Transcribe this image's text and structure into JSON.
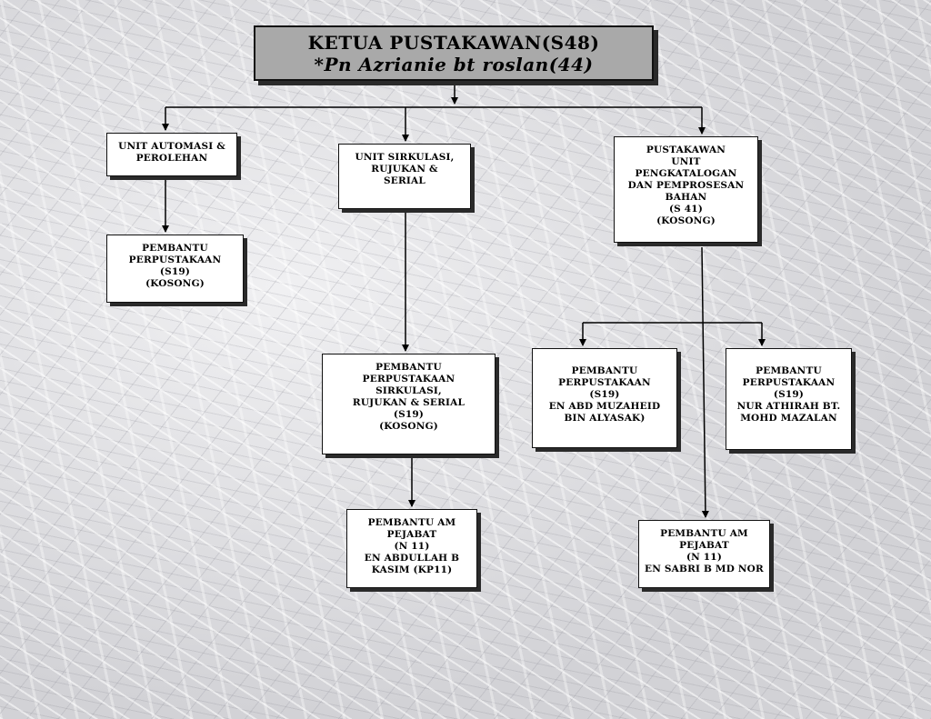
{
  "head": {
    "title": "KETUA PUSTAKAWAN(S48)",
    "name": "*Pn Azrianie bt roslan(44)"
  },
  "units": {
    "automasi": [
      "UNIT AUTOMASI &",
      "PEROLEHAN"
    ],
    "sirkulasi": [
      "UNIT SIRKULASI,",
      "RUJUKAN &",
      "SERIAL"
    ],
    "katalog": [
      "PUSTAKAWAN",
      "UNIT",
      "PENGKATALOGAN",
      "DAN PEMPROSESAN",
      "BAHAN",
      "(S 41)",
      "(KOSONG)"
    ]
  },
  "staff": {
    "pembantu_automasi": [
      "PEMBANTU",
      "PERPUSTAKAAN",
      "(S19)",
      "(KOSONG)"
    ],
    "pembantu_sirkulasi": [
      "PEMBANTU",
      "PERPUSTAKAAN",
      "SIRKULASI,",
      "RUJUKAN & SERIAL",
      "(S19)",
      "(KOSONG)"
    ],
    "am_sirkulasi": [
      "PEMBANTU AM",
      "PEJABAT",
      "(N 11)",
      "EN ABDULLAH B",
      "KASIM (KP11)"
    ],
    "pembantu_muzaheid": [
      "PEMBANTU",
      "PERPUSTAKAAN",
      "(S19)",
      "EN ABD MUZAHEID",
      "BIN ALYASAK)"
    ],
    "pembantu_athirah": [
      "PEMBANTU",
      "PERPUSTAKAAN",
      "(S19)",
      "NUR ATHIRAH BT.",
      "MOHD MAZALAN"
    ],
    "am_katalog": [
      "PEMBANTU AM",
      "PEJABAT",
      "(N 11)",
      "EN SABRI B MD NOR"
    ]
  }
}
